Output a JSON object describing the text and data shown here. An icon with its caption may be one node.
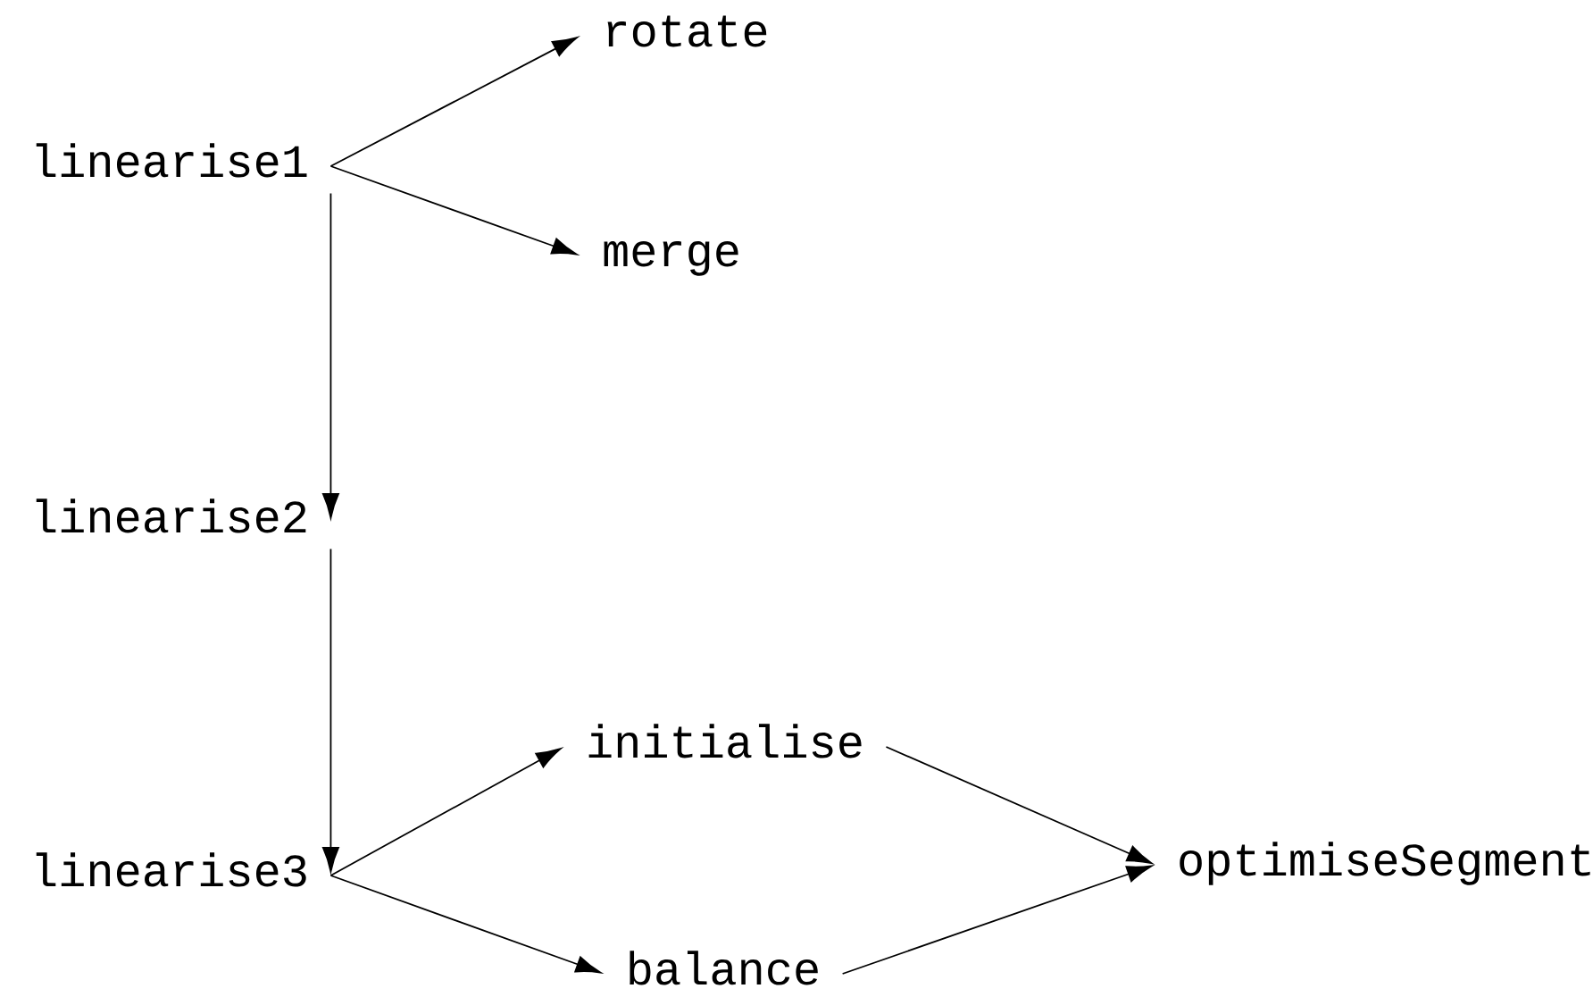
{
  "diagram": {
    "nodes": [
      {
        "text": [
          "linearise1"
        ]
      },
      {
        "text": [
          "rotate"
        ]
      },
      {
        "text": [
          "merge"
        ]
      },
      {
        "text": [
          "linearise2"
        ]
      },
      {
        "text": [
          "linearise3"
        ]
      },
      {
        "text": [
          "initialise"
        ]
      },
      {
        "text": [
          "balance"
        ]
      },
      {
        "text": [
          "optimiseSegment"
        ]
      }
    ],
    "edges": [
      {
        "from": 0,
        "to": 1,
        "arrow": "to"
      },
      {
        "from": 0,
        "to": 2,
        "arrow": "to"
      },
      {
        "from": 0,
        "to": 3,
        "arrow": "to"
      },
      {
        "from": 3,
        "to": 4,
        "arrow": "to"
      },
      {
        "from": 4,
        "to": 5,
        "arrow": "to"
      },
      {
        "from": 4,
        "to": 6,
        "arrow": "to"
      },
      {
        "from": 5,
        "to": 7,
        "arrow": "to"
      },
      {
        "from": 6,
        "to": 7,
        "arrow": "to"
      }
    ]
  }
}
